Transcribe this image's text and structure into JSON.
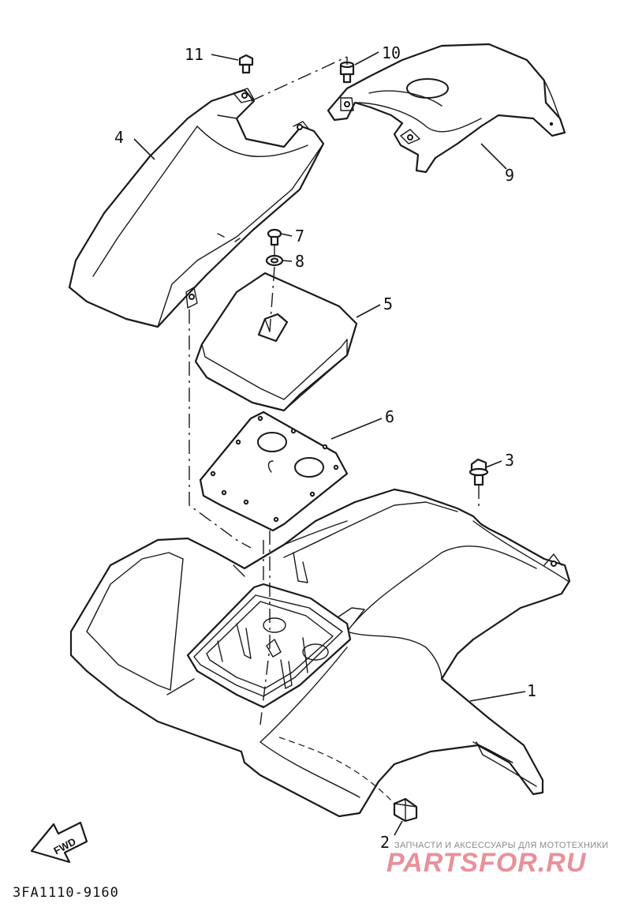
{
  "callouts": {
    "c1": "1",
    "c2": "2",
    "c3": "3",
    "c4": "4",
    "c5": "5",
    "c6": "6",
    "c7": "7",
    "c8": "8",
    "c9": "9",
    "c10": "10",
    "c11": "11"
  },
  "footer": {
    "diagram_code": "3FA1110-9160",
    "fwd_label": "FWD"
  },
  "watermark": {
    "tagline": "ЗАПЧАСТИ И АКСЕССУАРЫ ДЛЯ МОТОТЕХНИКИ",
    "brand": "PARTSFOR.RU"
  },
  "colors": {
    "line": "#1a1a1a",
    "background": "#ffffff",
    "watermark_brand": "#e8919a",
    "watermark_tagline": "#8a8a8a"
  }
}
